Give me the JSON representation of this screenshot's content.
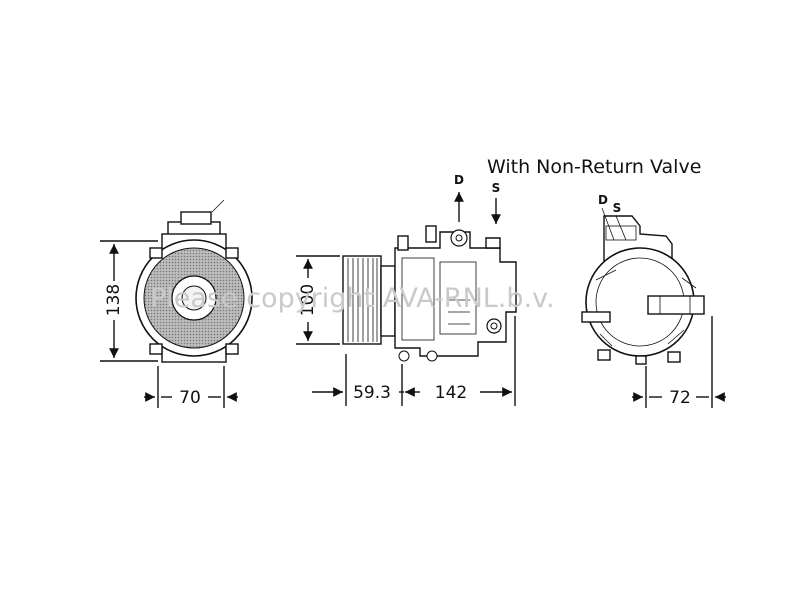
{
  "caption": "With Non-Return Valve",
  "watermark": "Please copyright AVA-RNL.b.v.",
  "ports": {
    "discharge": "D",
    "suction": "S"
  },
  "dimensions": {
    "front_height": "138",
    "front_width": "70",
    "side_pulley": "100",
    "side_offset": "59.3",
    "side_length": "142",
    "rear_width": "72"
  },
  "colors": {
    "line": "#111111",
    "watermark": "#c9c9c9",
    "background": "#ffffff"
  }
}
